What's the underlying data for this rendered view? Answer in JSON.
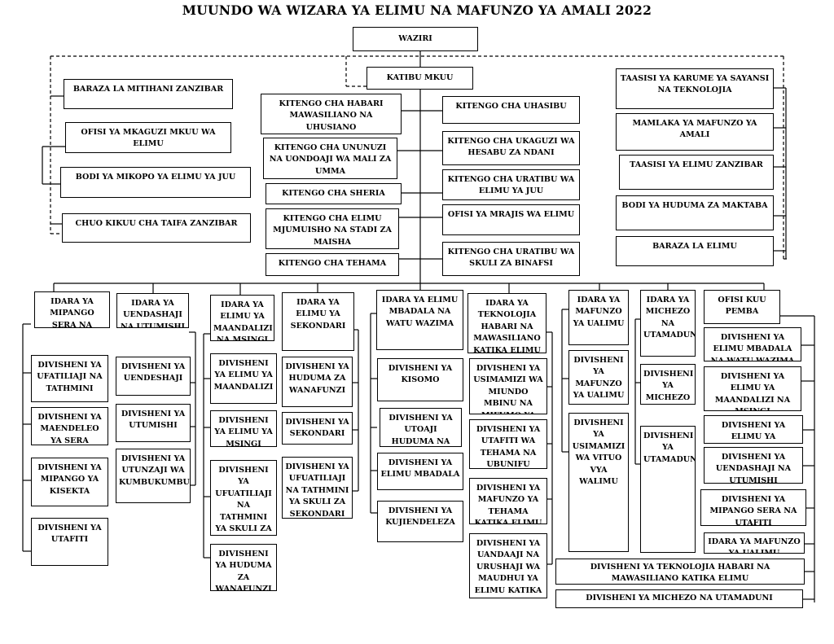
{
  "title": "MUUNDO WA WIZARA YA ELIMU NA MAFUNZO YA AMALI 2022",
  "top": {
    "waziri": "WAZIRI",
    "katibu": "KATIBU MKUU"
  },
  "left_bodies": [
    "BARAZA LA MITIHANI ZANZIBAR",
    "OFISI YA MKAGUZI MKUU WA ELIMU",
    "BODI YA MIKOPO YA ELIMU YA JUU",
    "CHUO KIKUU CHA TAIFA ZANZIBAR"
  ],
  "right_bodies": [
    "TAASISI YA KARUME YA SAYANSI NA TEKNOLOJIA",
    "MAMLAKA YA MAFUNZO YA AMALI",
    "TAASISI YA ELIMU ZANZIBAR",
    "BODI YA HUDUMA ZA MAKTABA",
    "BARAZA LA ELIMU"
  ],
  "units_left": [
    "KITENGO CHA HABARI MAWASILIANO NA UHUSIANO",
    "KITENGO CHA UNUNUZI NA UONDOAJI WA MALI ZA UMMA",
    "KITENGO CHA SHERIA",
    "KITENGO CHA ELIMU MJUMUISHO NA STADI ZA MAISHA",
    "KITENGO CHA TEHAMA"
  ],
  "units_right": [
    "KITENGO CHA UHASIBU",
    "KITENGO CHA UKAGUZI WA HESABU ZA NDANI",
    "KITENGO CHA URATIBU WA ELIMU YA JUU",
    "OFISI YA MRAJIS WA ELIMU",
    "KITENGO CHA URATIBU WA SKULI ZA BINAFSI"
  ],
  "departments": [
    {
      "name": "IDARA YA MIPANGO SERA NA UTAFITI",
      "divisions": [
        "DIVISHENI YA UFATILIAJI NA TATHMINI",
        "DIVISHENI YA MAENDELEO YA SERA",
        "DIVISHENI YA MIPANGO YA KISEKTA",
        "DIVISHENI YA UTAFITI"
      ]
    },
    {
      "name": "IDARA YA UENDASHAJI NA UTUMISHI",
      "divisions": [
        "DIVISHENI YA UENDESHAJI",
        "DIVISHENI YA UTUMISHI",
        "DIVISHENI YA UTUNZAJI WA KUMBUKUMBU"
      ]
    },
    {
      "name": "IDARA YA ELIMU YA MAANDALIZI NA MSINGI",
      "divisions": [
        "DIVISHENI YA ELIMU YA MAANDALIZI",
        "DIVISHENI YA ELIMU YA MSINGI",
        "DIVISHENI YA UFUATILIAJI NA TATHMINI YA SKULI ZA MSINGI",
        "DIVISHENI YA HUDUMA ZA WANAFUNZI"
      ]
    },
    {
      "name": "IDARA YA ELIMU YA SEKONDARI",
      "divisions": [
        "DIVISHENI YA HUDUMA ZA WANAFUNZI",
        "DIVISHENI YA SEKONDARI",
        "DIVISHENI YA UFUATILIAJI NA TATHMINI YA SKULI ZA SEKONDARI"
      ]
    },
    {
      "name": "IDARA YA ELIMU MBADALA NA WATU WAZIMA",
      "divisions": [
        "DIVISHENI YA KISOMO",
        "DIVISHENI YA UTOAJI HUDUMA NA TAALUMA",
        "DIVISHENI YA ELIMU MBADALA",
        "DIVISHENI YA KUJIENDELEZA"
      ]
    },
    {
      "name": "IDARA YA TEKNOLOJIA HABARI NA MAWASILIANO KATIKA ELIMU",
      "divisions": [
        "DIVISHENI YA USIMAMIZI WA MIUNDO MBINU NA MIFUMO YA TEHEMA",
        "DIVISHENI YA UTAFITI WA TEHAMA NA UBUNIFU",
        "DIVISHENI YA MAFUNZO YA TEHAMA KATIKA ELIMU",
        "DIVISHENI YA UANDAAJI NA URUSHAJI WA MAUDHUI YA ELIMU KATIKA TEHAMA"
      ]
    },
    {
      "name": "IDARA YA MAFUNZO YA UALIMU",
      "divisions": [
        "DIVISHENI YA MAFUNZO YA UALIMU",
        "DIVISHENI YA USIMAMIZI WA VITUO VYA WALIMU"
      ]
    },
    {
      "name": "IDARA YA MICHEZO NA UTAMADUNI",
      "divisions": [
        "DIVISHENI YA MICHEZO",
        "DIVISHENI YA UTAMADUNI"
      ]
    },
    {
      "name": "OFISI KUU PEMBA",
      "divisions": [
        "DIVISHENI YA ELIMU MBADALA NA WATU WAZIMA",
        "DIVISHENI YA ELIMU YA MAANDALIZI NA MSINGI",
        "DIVISHENI YA ELIMU YA SEKONDARI",
        "DIVISHENI YA UENDASHAJI NA UTUMISHI",
        "DIVISHENI YA MIPANGO SERA NA UTAFITI",
        "IDARA YA MAFUNZO YA UALIMU",
        "DIVISHENI YA TEKNOLOJIA HABARI NA MAWASILIANO KATIKA ELIMU",
        "DIVISHENI YA MICHEZO NA UTAMADUNI"
      ]
    }
  ]
}
